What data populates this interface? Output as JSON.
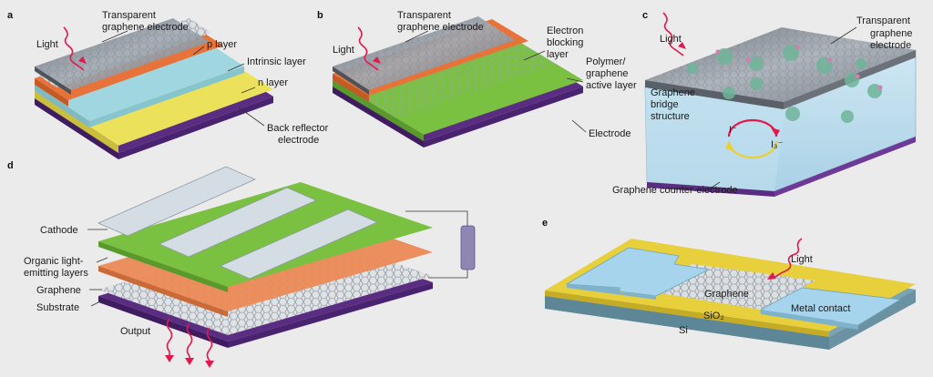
{
  "panels": {
    "a": {
      "letter": "a",
      "light": "Light",
      "top_electrode": [
        "Transparent",
        "graphene electrode"
      ],
      "p_layer": "p layer",
      "intrinsic_layer": "Intrinsic layer",
      "n_layer": "n layer",
      "back_reflector": [
        "Back reflector",
        "electrode"
      ]
    },
    "b": {
      "letter": "b",
      "light": "Light",
      "top_electrode": [
        "Transparent",
        "graphene electrode"
      ],
      "electron_blocking": [
        "Electron",
        "blocking",
        "layer"
      ],
      "active_layer": [
        "Polymer/",
        "graphene",
        "active layer"
      ],
      "electrode": "Electrode"
    },
    "c": {
      "letter": "c",
      "light": "Light",
      "top_electrode": [
        "Transparent",
        "graphene",
        "electrode"
      ],
      "bridge": [
        "Graphene",
        "bridge",
        "structure"
      ],
      "iodide": "I⁻",
      "triiodide": "I₃⁻",
      "counter_electrode": "Graphene counter-electrode"
    },
    "d": {
      "letter": "d",
      "cathode": "Cathode",
      "organic": [
        "Organic light-",
        "emitting layers"
      ],
      "graphene": "Graphene",
      "substrate": "Substrate",
      "output": "Output"
    },
    "e": {
      "letter": "e",
      "light": "Light",
      "graphene": "Graphene",
      "sio2": "SiO₂",
      "si": "Si",
      "metal_contact": "Metal contact"
    }
  },
  "colors": {
    "background": "#ebebeb",
    "graphene": "#8f9aa6",
    "p_layer": "#e8733a",
    "intrinsic": "#9fd6df",
    "n_layer": "#ece15a",
    "substrate": "#5a2c82",
    "polymer": "#7ac142",
    "cathode": "#d5dde4",
    "sio2": "#e8cf3c",
    "contact": "#a6d4ec",
    "light_arrow": "#e2184c"
  }
}
